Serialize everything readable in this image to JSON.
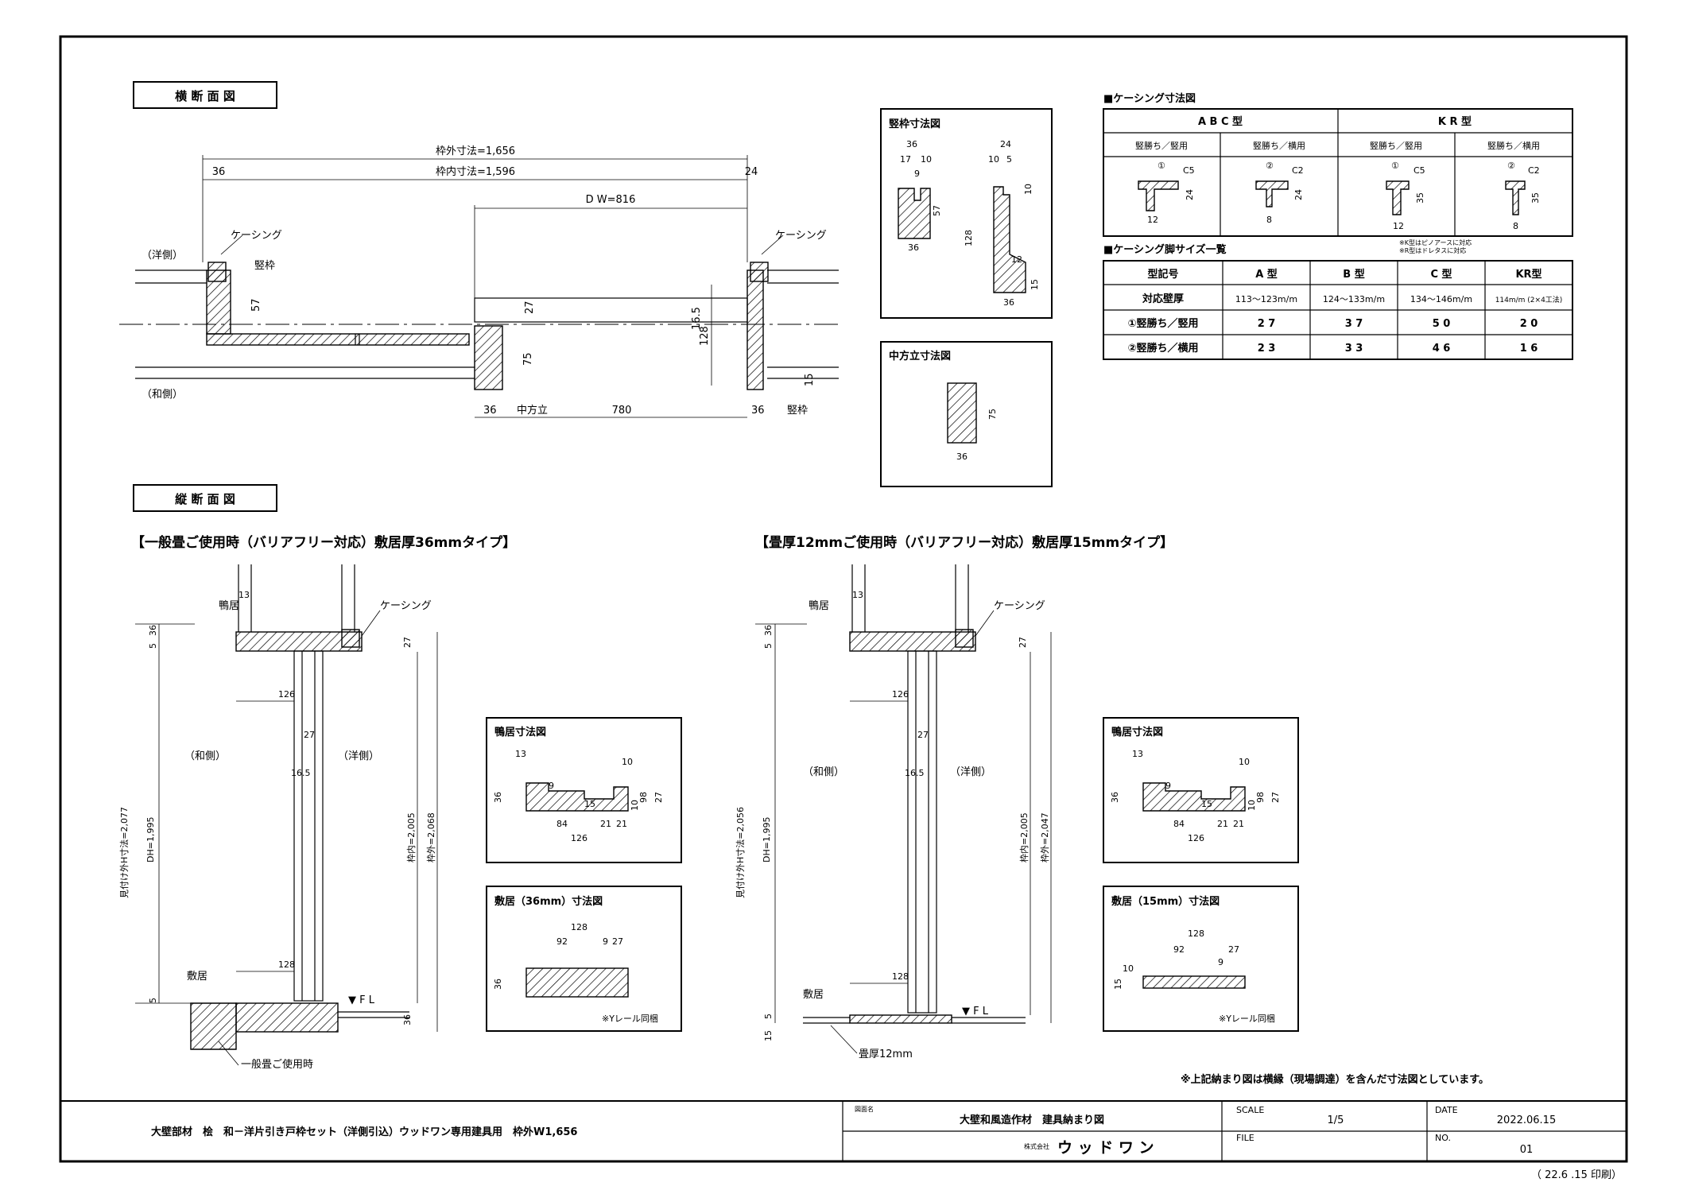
{
  "sections": {
    "horizontal_title": "横 断 面 図",
    "vertical_title": "縦 断 面 図"
  },
  "horizontal": {
    "outer_dim": "枠外寸法=1,656",
    "inner_dim": "枠内寸法=1,596",
    "dw": "D W=816",
    "left_36": "36",
    "right_24": "24",
    "casing_left": "ケーシング",
    "casing_right": "ケーシング",
    "tatewaku": "竪枠",
    "yo_side": "（洋側）",
    "wa_side": "（和側）",
    "d57": "57",
    "d27": "27",
    "d16_5": "16.5",
    "d128": "128",
    "d75": "75",
    "d15": "15",
    "b36a": "36",
    "nakahoudate": "中方立",
    "d780": "780",
    "b36b": "36",
    "tatewaku2": "竪枠"
  },
  "tatewaku_box": {
    "title": "竪枠寸法図",
    "d36": "36",
    "d17": "17",
    "d10": "10",
    "d9": "9",
    "d57": "57",
    "d36b": "36",
    "d24": "24",
    "d10b": "10",
    "d5": "5",
    "d10c": "10",
    "d128": "128",
    "d12": "12",
    "d15": "15",
    "d36c": "36"
  },
  "naka_box": {
    "title": "中方立寸法図",
    "d75": "75",
    "d36": "36"
  },
  "casing_table": {
    "title": "■ケーシング寸法図",
    "groups": [
      "A B C 型",
      "K R 型"
    ],
    "cols": [
      "竪勝ち／竪用",
      "竪勝ち／横用",
      "竪勝ち／竪用",
      "竪勝ち／横用"
    ],
    "icons": [
      {
        "num": "①",
        "c": "C5",
        "h": "24",
        "w": "12"
      },
      {
        "num": "②",
        "c": "C2",
        "h": "24",
        "w": "8"
      },
      {
        "num": "①",
        "c": "C5",
        "h": "35",
        "w": "12"
      },
      {
        "num": "②",
        "c": "C2",
        "h": "35",
        "w": "8"
      }
    ]
  },
  "leg_table": {
    "title": "■ケーシング脚サイズ一覧",
    "note1": "※K型はピノアースに対応",
    "note2": "※R型はドレタスに対応",
    "header": [
      "型記号",
      "A 型",
      "B 型",
      "C 型",
      "KR型"
    ],
    "rows": [
      [
        "対応壁厚",
        "113～123m/m",
        "124～133m/m",
        "134～146m/m",
        "114m/m (2×4工法)"
      ],
      [
        "①竪勝ち／竪用",
        "2 7",
        "3 7",
        "5 0",
        "2 0"
      ],
      [
        "②竪勝ち／横用",
        "2 3",
        "3 3",
        "4 6",
        "1 6"
      ]
    ]
  },
  "left_vertical": {
    "heading": "【一般畳ご使用時（バリアフリー対応）敷居厚36mmタイプ】",
    "kamoi": "鴨居",
    "casing": "ケーシング",
    "d13": "13",
    "d5": "5",
    "d36": "36",
    "d27": "27",
    "d126": "126",
    "wa": "（和側）",
    "yo": "（洋側）",
    "d27b": "27",
    "d16_5": "16.5",
    "mitsuke": "見付け外H寸法=2,077",
    "dh": "DH=1,995",
    "wakunai": "枠内=2,005",
    "wakugai": "枠外=2,068",
    "d128": "128",
    "shikii": "敷居",
    "fl": "▼ F L",
    "d5b": "5",
    "d36b": "36",
    "tatami": "一般畳ご使用時"
  },
  "right_vertical": {
    "heading": "【畳厚12mmご使用時（バリアフリー対応）敷居厚15mmタイプ】",
    "kamoi": "鴨居",
    "casing": "ケーシング",
    "d13": "13",
    "d5": "5",
    "d36": "36",
    "d27": "27",
    "d126": "126",
    "wa": "（和側）",
    "yo": "（洋側）",
    "d27b": "27",
    "d16_5": "16.5",
    "mitsuke": "見付け外H寸法=2,056",
    "dh": "DH=1,995",
    "wakunai": "枠内=2,005",
    "wakugai": "枠外=2,047",
    "d128": "128",
    "shikii": "敷居",
    "fl": "▼ F L",
    "d5b": "5",
    "d15": "15",
    "tatami": "畳厚12mm"
  },
  "kamoi_box_left": {
    "title": "鴨居寸法図",
    "d13": "13",
    "d10": "10",
    "d36": "36",
    "d9": "9",
    "d15": "15",
    "d10b": "10",
    "d98": "98",
    "d27": "27",
    "d84": "84",
    "d21a": "21",
    "d21b": "21",
    "d126": "126"
  },
  "kamoi_box_right": {
    "title": "鴨居寸法図",
    "d13": "13",
    "d10": "10",
    "d36": "36",
    "d9": "9",
    "d15": "15",
    "d10b": "10",
    "d98": "98",
    "d27": "27",
    "d84": "84",
    "d21a": "21",
    "d21b": "21",
    "d126": "126"
  },
  "shikii_box_left": {
    "title": "敷居（36mm）寸法図",
    "d128": "128",
    "d92": "92",
    "d9": "9",
    "d27": "27",
    "d36": "36",
    "note": "※Yレール同梱"
  },
  "shikii_box_right": {
    "title": "敷居（15mm）寸法図",
    "d128": "128",
    "d92": "92",
    "d27": "27",
    "d9": "9",
    "d10": "10",
    "d15": "15",
    "note": "※Yレール同梱"
  },
  "footnote": "※上記納まり図は横縁（現場調達）を含んだ寸法図としています。",
  "titleblock": {
    "product": "大壁部材　桧　和－洋片引き戸枠セット（洋側引込）ウッドワン専用建具用　枠外W1,656",
    "drawing_label": "図面名",
    "drawing_name": "大壁和風造作材　建具納まり図",
    "company_label": "株式会社",
    "company": "ウ ッ ド ワ ン",
    "scale_label": "SCALE",
    "scale": "1/5",
    "file_label": "FILE",
    "file": "",
    "date_label": "DATE",
    "date": "2022.06.15",
    "no_label": "NO.",
    "no": "01"
  },
  "print_date": "（ 22.6 .15 印刷）"
}
